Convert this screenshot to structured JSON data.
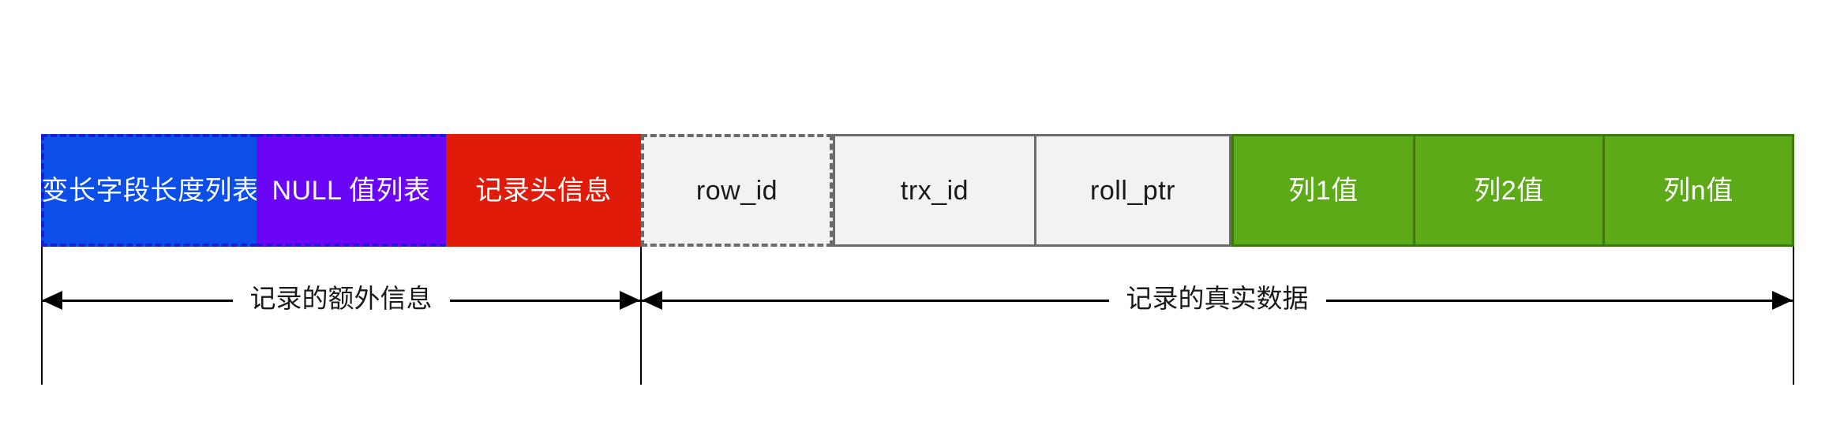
{
  "diagram": {
    "title": "InnoDB Compact row format record layout",
    "record_segments": [
      {
        "id": "varlen-field-length-list",
        "label": "变长字段长度列表",
        "group": "extra-info",
        "fill": "#0b4ee8",
        "text_color": "#ffffff",
        "border_style": "dashed",
        "border_color": "#1b1bd4"
      },
      {
        "id": "null-value-list",
        "label": "NULL 值列表",
        "group": "extra-info",
        "fill": "#6a06f5",
        "text_color": "#ffffff",
        "border_style": "dashed",
        "border_color": "#1b1bd4"
      },
      {
        "id": "record-header",
        "label": "记录头信息",
        "group": "extra-info",
        "fill": "#e01b09",
        "text_color": "#ffffff",
        "border_style": "solid",
        "border_color": "#e01b09"
      },
      {
        "id": "row-id",
        "label": "row_id",
        "group": "hidden-columns",
        "fill": "#f2f2f2",
        "text_color": "#1a1a1a",
        "border_style": "dashed",
        "border_color": "#6b6b6b"
      },
      {
        "id": "trx-id",
        "label": "trx_id",
        "group": "hidden-columns",
        "fill": "#f2f2f2",
        "text_color": "#1a1a1a",
        "border_style": "solid",
        "border_color": "#6b6b6b"
      },
      {
        "id": "roll-ptr",
        "label": "roll_ptr",
        "group": "hidden-columns",
        "fill": "#f2f2f2",
        "text_color": "#1a1a1a",
        "border_style": "solid",
        "border_color": "#6b6b6b"
      },
      {
        "id": "column-1-value",
        "label": "列1值",
        "group": "column-values",
        "fill": "#5caa17",
        "text_color": "#ffffff",
        "border_style": "solid",
        "border_color": "#3d7a0e"
      },
      {
        "id": "column-2-value",
        "label": "列2值",
        "group": "column-values",
        "fill": "#5caa17",
        "text_color": "#ffffff",
        "border_style": "solid",
        "border_color": "#3d7a0e"
      },
      {
        "id": "column-n-value",
        "label": "列n值",
        "group": "column-values",
        "fill": "#5caa17",
        "text_color": "#ffffff",
        "border_style": "solid",
        "border_color": "#3d7a0e"
      }
    ],
    "measures": [
      {
        "id": "extra-info-span",
        "label": "记录的额外信息",
        "spans": [
          "变长字段长度列表",
          "NULL 值列表",
          "记录头信息"
        ]
      },
      {
        "id": "real-data-span",
        "label": "记录的真实数据",
        "spans": [
          "row_id",
          "trx_id",
          "roll_ptr",
          "列1值",
          "列2值",
          "列n值"
        ]
      }
    ]
  }
}
